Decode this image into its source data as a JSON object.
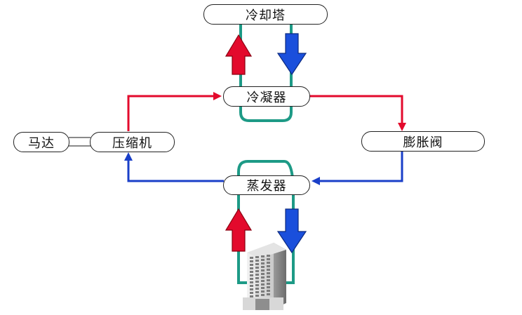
{
  "nodes": {
    "cooling_tower": "冷却塔",
    "condenser": "冷凝器",
    "compressor": "压缩机",
    "motor": "马达",
    "expansion_valve": "膨胀阀",
    "evaporator": "蒸发器"
  },
  "building": "building-icon",
  "colors": {
    "hot_line": "#e30a2c",
    "cold_line": "#1a3fc8",
    "water_loop": "#1d9a86",
    "node_border": "#222222"
  }
}
